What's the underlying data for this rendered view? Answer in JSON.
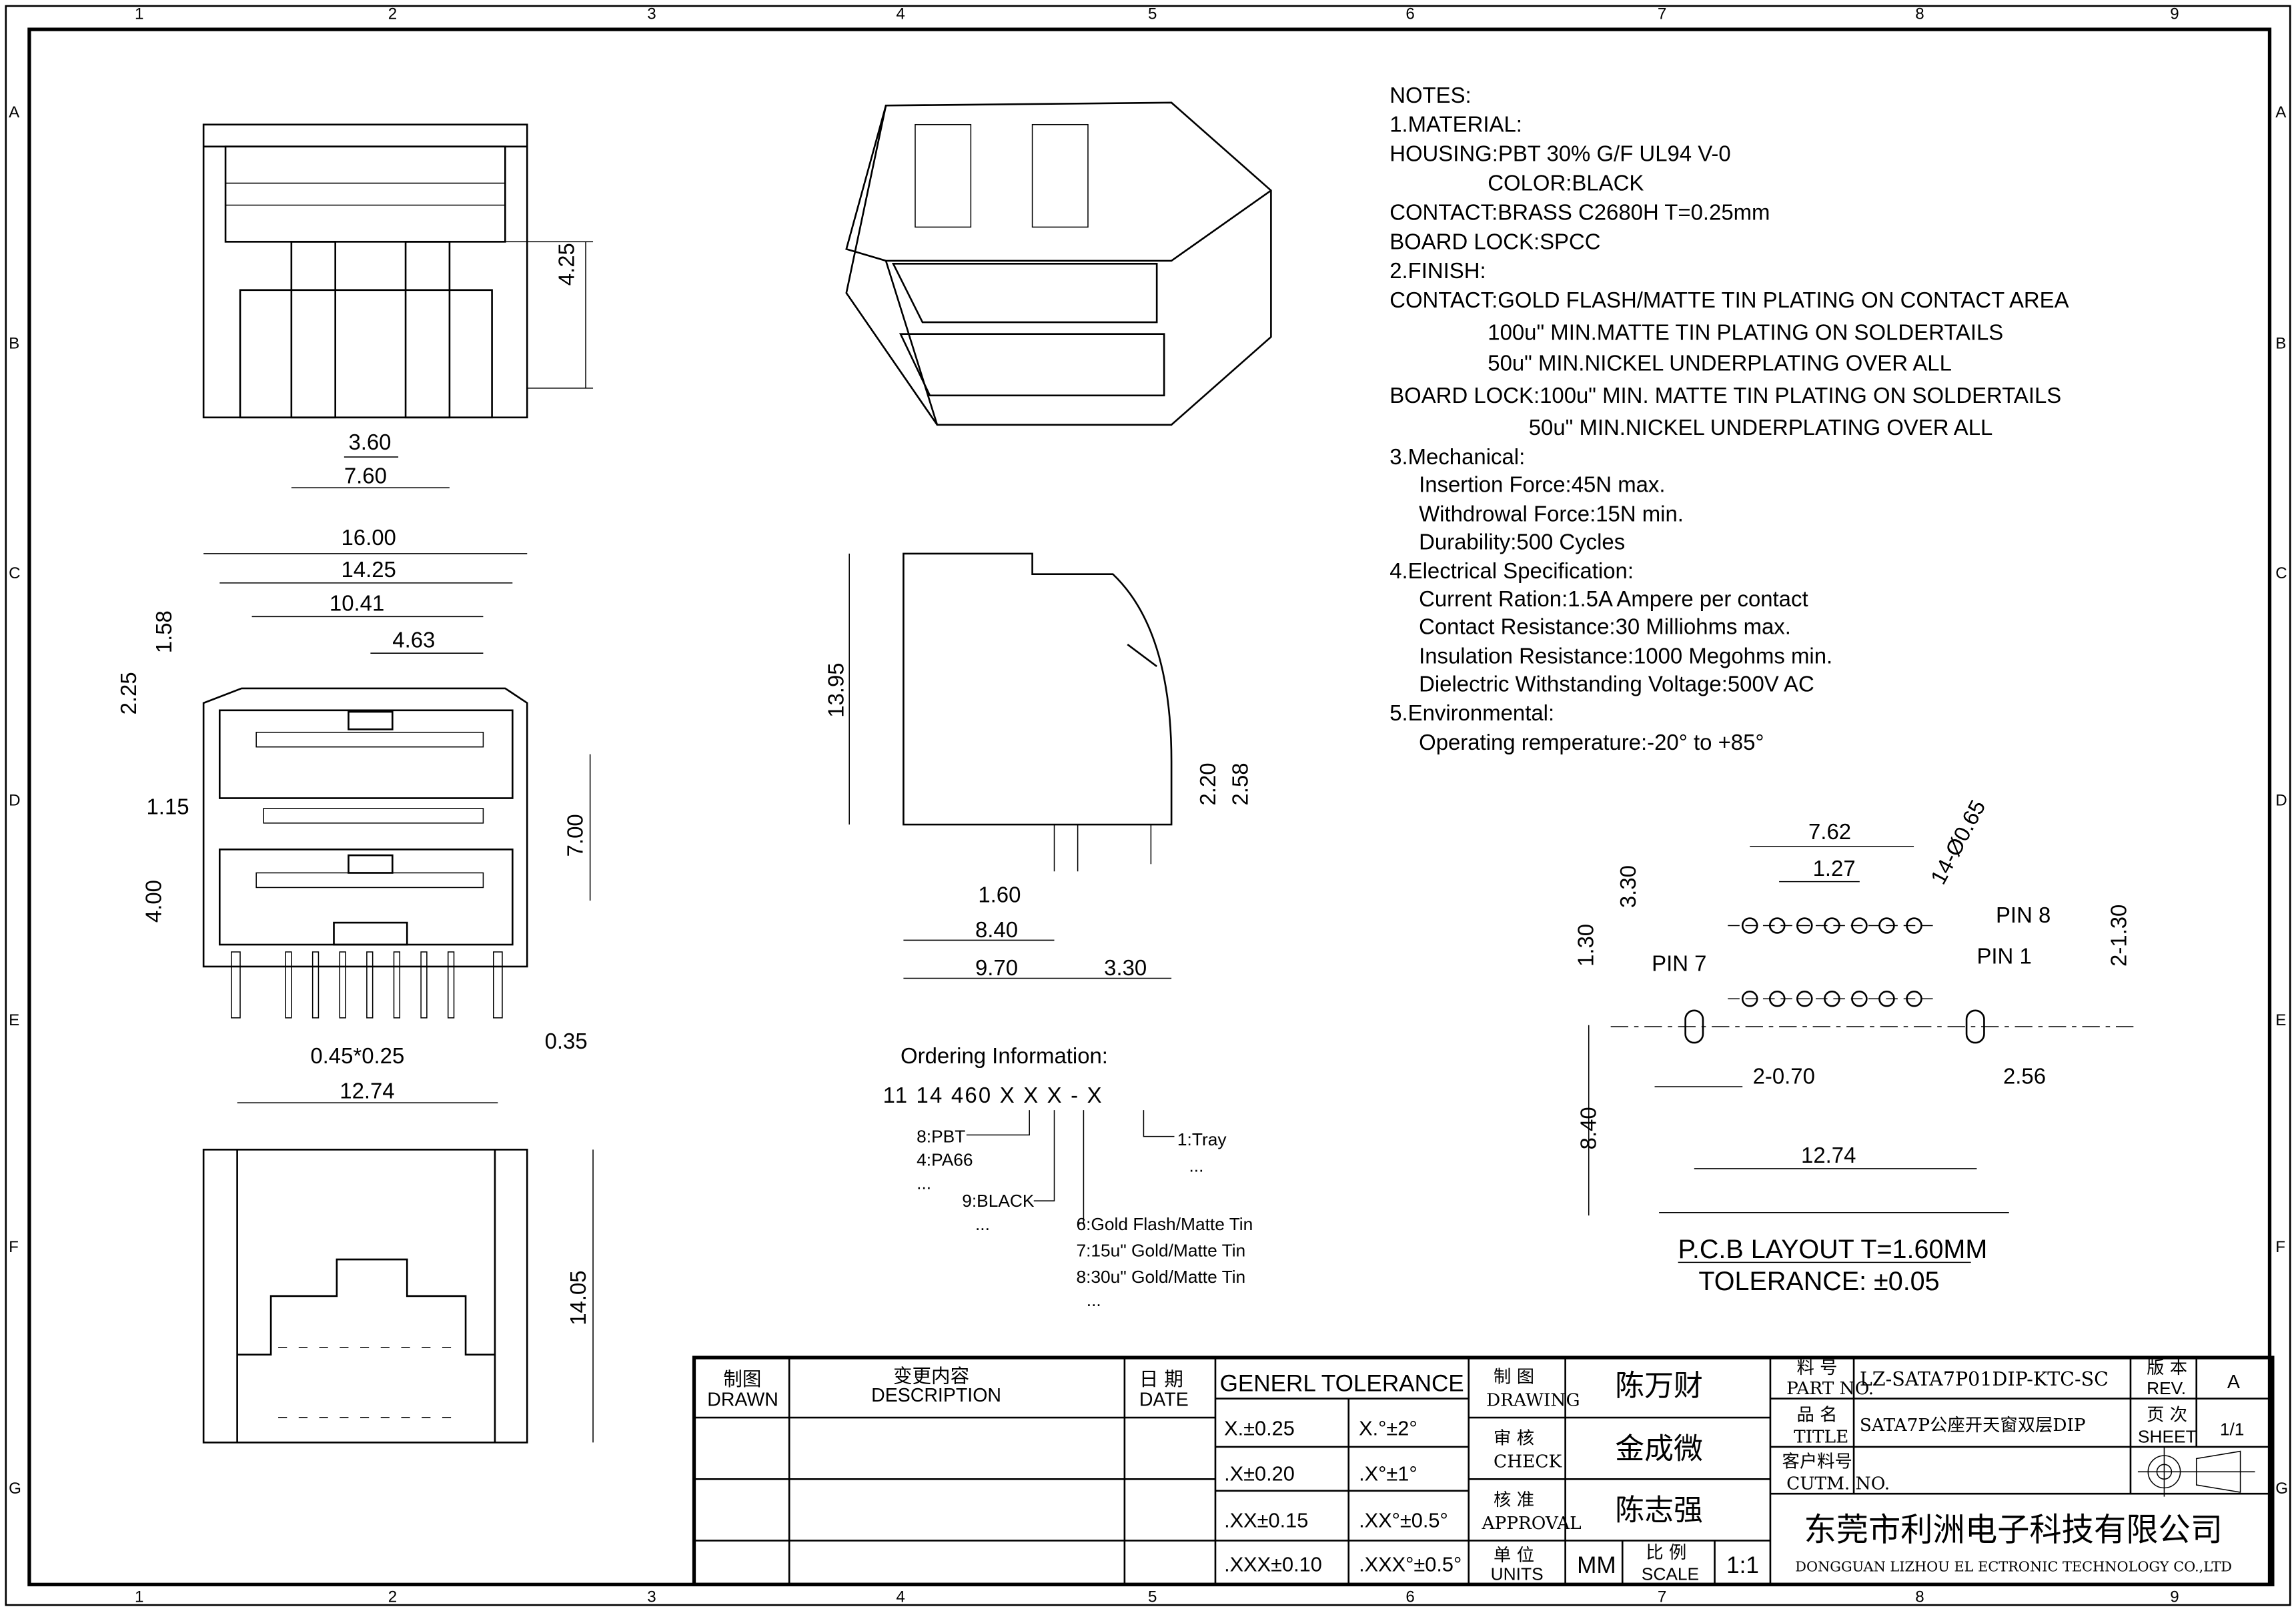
{
  "frame": {
    "cols": [
      "1",
      "2",
      "3",
      "4",
      "5",
      "6",
      "7",
      "8",
      "9"
    ],
    "rows": [
      "A",
      "B",
      "C",
      "D",
      "E",
      "F",
      "G"
    ]
  },
  "notes": [
    "NOTES:",
    "1.MATERIAL:",
    "HOUSING:PBT 30% G/F UL94 V-0",
    "COLOR:BLACK",
    "CONTACT:BRASS C2680H T=0.25mm",
    "BOARD LOCK:SPCC",
    "2.FINISH:",
    "CONTACT:GOLD FLASH/MATTE TIN PLATING ON CONTACT AREA",
    "100u\" MIN.MATTE TIN PLATING ON SOLDERTAILS",
    "50u\" MIN.NICKEL UNDERPLATING OVER ALL",
    "BOARD LOCK:100u\" MIN. MATTE TIN PLATING ON SOLDERTAILS",
    "50u\" MIN.NICKEL UNDERPLATING OVER ALL",
    "3.Mechanical:",
    "Insertion Force:45N max.",
    "Withdrowal Force:15N min.",
    "Durability:500 Cycles",
    "4.Electrical Specification:",
    "Current Ration:1.5A Ampere per contact",
    "Contact Resistance:30 Milliohms max.",
    "Insulation Resistance:1000 Megohms min.",
    "Dielectric Withstanding Voltage:500V AC",
    "5.Environmental:",
    "Operating remperature:-20° to +85°"
  ],
  "dims": {
    "top": [
      "4.25",
      "3.60",
      "7.60"
    ],
    "front": [
      "16.00",
      "14.25",
      "10.41",
      "4.63",
      "1.58",
      "2.25",
      "1.15",
      "7.00",
      "4.00",
      "0.45*0.25",
      "0.35",
      "12.74"
    ],
    "bottom": [
      "14.05"
    ],
    "side": [
      "13.95",
      "2.20",
      "2.58",
      "1.60",
      "8.40",
      "9.70",
      "3.30"
    ]
  },
  "ordering": {
    "title": "Ordering Information:",
    "code": "11 14 460 X X X - X",
    "opts": [
      "8:PBT",
      "4:PA66",
      "...",
      "9:BLACK",
      "...",
      "6:Gold Flash/Matte Tin",
      "7:15u\" Gold/Matte Tin",
      "8:30u\" Gold/Matte Tin",
      "...",
      "1:Tray",
      "..."
    ]
  },
  "pcb": {
    "dims": [
      "7.62",
      "1.27",
      "14-Ø0.65",
      "3.30",
      "1.30",
      "2-1.30",
      "2-0.70",
      "2.56",
      "12.74",
      "8.40"
    ],
    "pins": [
      "PIN 8",
      "PIN 7",
      "PIN 1"
    ],
    "title": "P.C.B LAYOUT T=1.60MM",
    "tolerance": "TOLERANCE: ±0.05"
  },
  "title_block": {
    "drawn_cn": "制图",
    "drawn": "DRAWN",
    "desc_cn": "变更内容",
    "desc": "DESCRIPTION",
    "date_cn": "日 期",
    "date": "DATE",
    "tol_title": "GENERL TOLERANCE",
    "tol": [
      [
        "X.±0.25",
        "X.°±2°"
      ],
      [
        ".X±0.20",
        ".X°±1°"
      ],
      [
        ".XX±0.15",
        ".XX°±0.5°"
      ],
      [
        ".XXX±0.10",
        ".XXX°±0.5°"
      ]
    ],
    "drawing_cn": "制 图",
    "drawing": "DRAWING",
    "drawing_name": "陈万财",
    "check_cn": "审 核",
    "check": "CHECK",
    "check_name": "金成微",
    "approval_cn": "核 准",
    "approval": "APPROVAL",
    "approval_name": "陈志强",
    "units_cn": "单 位",
    "units": "UNITS",
    "units_val": "MM",
    "scale_cn": "比 例",
    "scale": "SCALE",
    "scale_val": "1:1",
    "partno_cn": "料 号",
    "partno": "PART NO.",
    "partno_val": "LZ-SATA7P01DIP-KTC-SC",
    "rev_cn": "版 本",
    "rev": "REV.",
    "rev_val": "A",
    "title_cn": "品 名",
    "title": "TITLE",
    "title_val": "SATA7P公座开天窗双层DIP",
    "sheet_cn": "页 次",
    "sheet": "SHEET",
    "sheet_val": "1/1",
    "cust_cn": "客户料号",
    "cust": "CUTM. NO.",
    "company_cn": "东莞市利洲电子科技有限公司",
    "company": "DONGGUAN LIZHOU EL ECTRONIC TECHNOLOGY CO.,LTD"
  }
}
